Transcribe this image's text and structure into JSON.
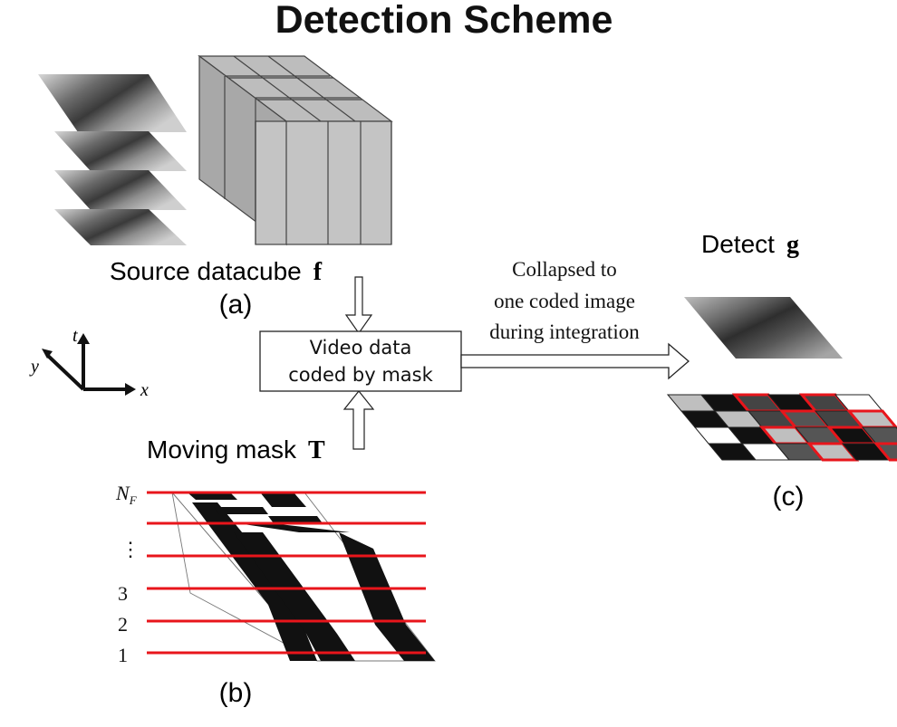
{
  "title": "Detection Scheme",
  "source": {
    "label": "Source datacube",
    "symbol": "f",
    "tag": "(a)"
  },
  "axes": {
    "t": "t",
    "y": "y",
    "x": "x"
  },
  "process_box": {
    "line1": "Video data",
    "line2": "coded by mask"
  },
  "collapse": {
    "line1": "Collapsed to",
    "line2": "one coded image",
    "line3": "during integration"
  },
  "detect": {
    "label": "Detect",
    "symbol": "g",
    "tag": "(c)"
  },
  "mask": {
    "label": "Moving mask",
    "symbol": "T",
    "tag": "(b)",
    "frame_labels": [
      "1",
      "2",
      "3",
      "⋮"
    ],
    "top_label_main": "N",
    "top_label_sub": "F"
  },
  "colors": {
    "mask_line": "#e8151b",
    "dark": "#111111",
    "cube_face": "#c4c4c4",
    "cube_side": "#a9a9a9"
  }
}
